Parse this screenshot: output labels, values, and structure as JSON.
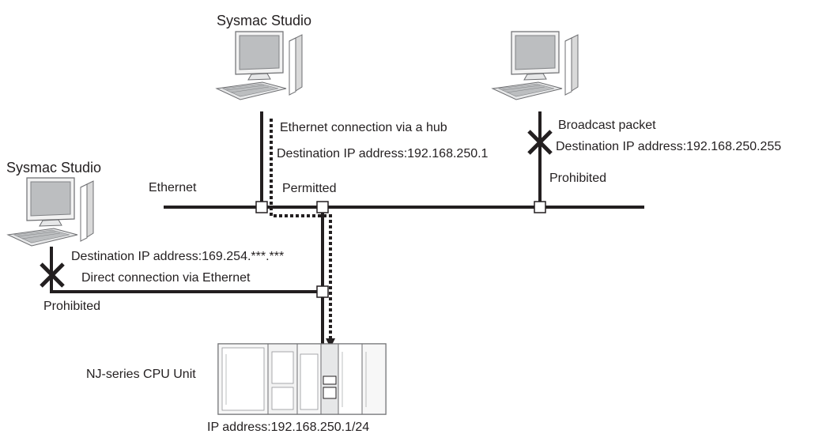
{
  "labels": {
    "pc_top_title": "Sysmac Studio",
    "pc_left_title": "Sysmac Studio",
    "ethernet": "Ethernet",
    "permitted": "Permitted",
    "hub_connection": "Ethernet connection via a hub",
    "hub_destination": "Destination IP address:192.168.250.1",
    "broadcast": "Broadcast packet",
    "broadcast_destination": "Destination IP address:192.168.250.255",
    "prohibited_right": "Prohibited",
    "direct_destination": "Destination IP address:169.254.***.***",
    "direct_connection": "Direct connection via Ethernet",
    "prohibited_left": "Prohibited",
    "cpu_unit": "NJ-series CPU Unit",
    "cpu_ip": "IP address:192.168.250.1/24"
  },
  "colors": {
    "line": "#231f20",
    "screen": "#bcbec0",
    "body": "#f2f2f2",
    "outline": "#6d6e71"
  }
}
